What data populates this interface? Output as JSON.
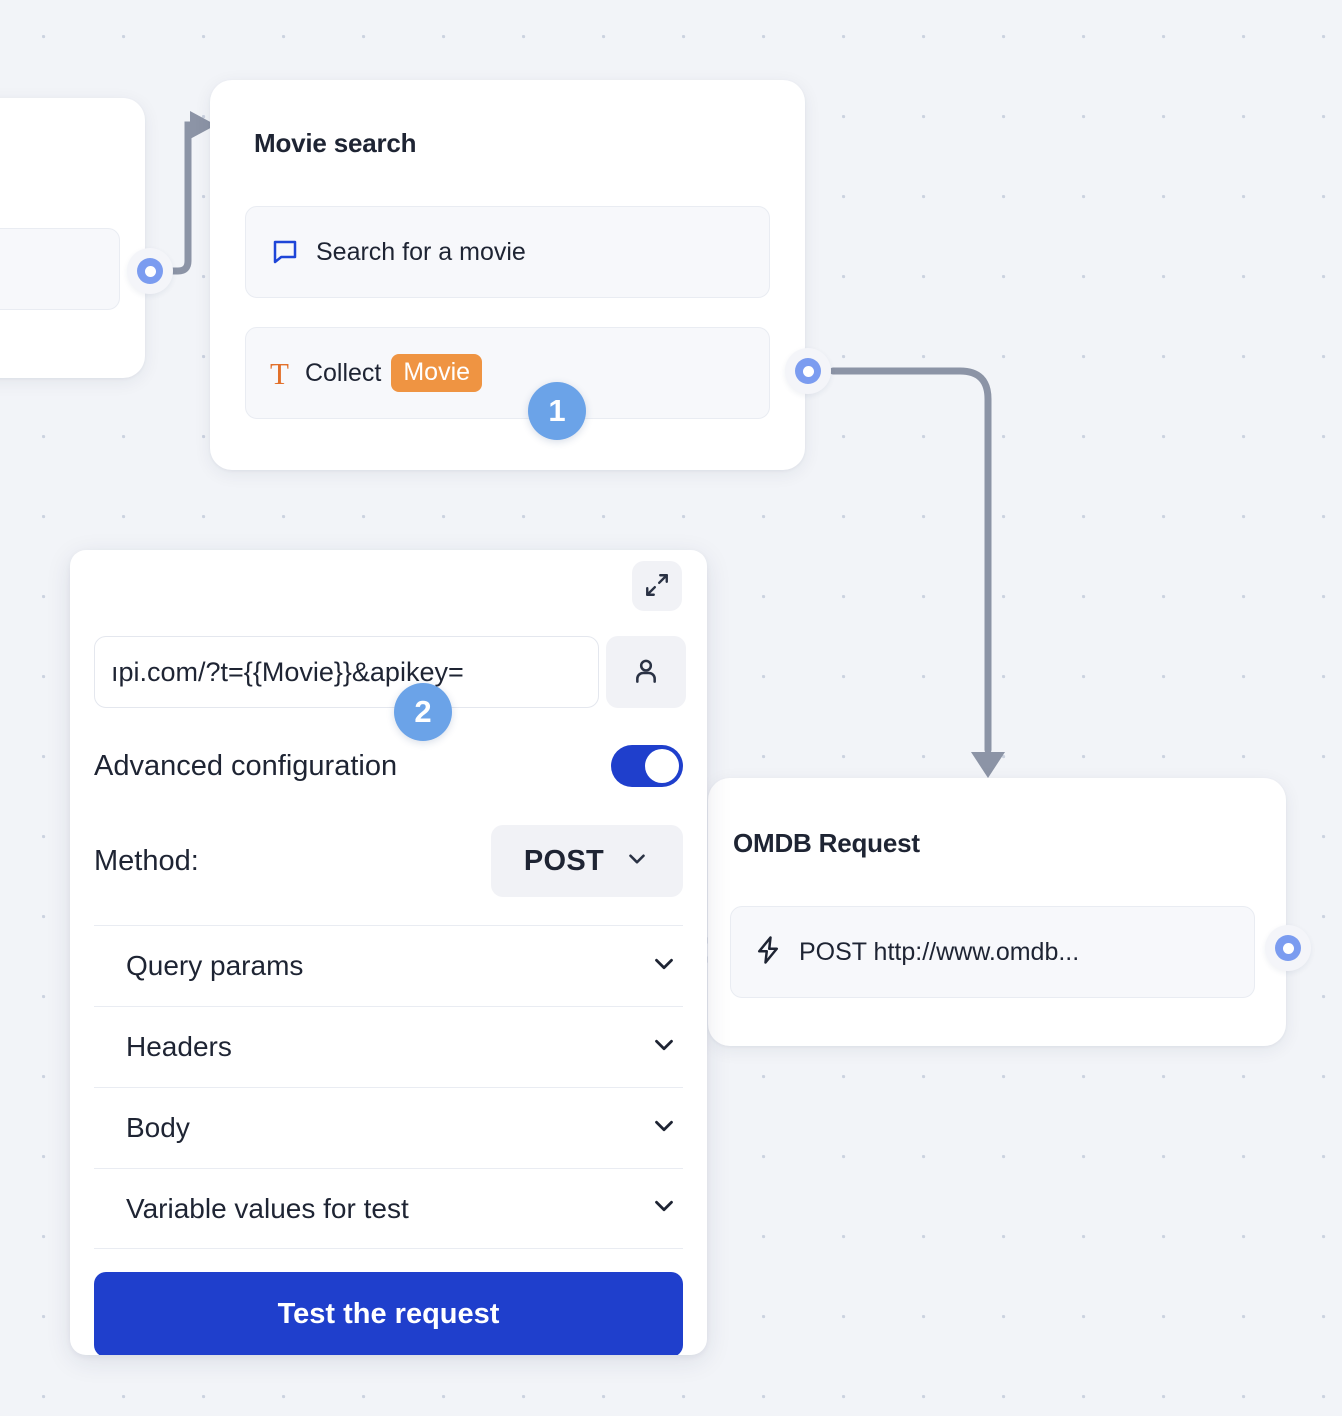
{
  "canvas": {
    "background_color": "#f2f4f8",
    "dot_color": "#ccd3e0",
    "edge_color": "#8c94a6"
  },
  "nodes": {
    "partial_card": {
      "name": "partial-node-offscreen"
    },
    "movie_search": {
      "title": "Movie search",
      "rows": [
        {
          "icon": "speech-bubble-icon",
          "label": "Search for a movie"
        },
        {
          "icon": "text-field-icon",
          "label_prefix": "Collect",
          "variable": "Movie"
        }
      ]
    },
    "omdb_request": {
      "title": "OMDB Request",
      "rows": [
        {
          "icon": "lightning-bolt-icon",
          "label": "POST http://www.omdb..."
        }
      ]
    }
  },
  "panel": {
    "expand_icon": "expand-diagonal-icon",
    "url_field": {
      "value": "ıpi.com/?t={{Movie}}&apikey=",
      "placeholder": "Enter request URL"
    },
    "user_button_icon": "person-icon",
    "advanced": {
      "label": "Advanced configuration",
      "toggle_on": true,
      "toggle_color": "#1f3fcc"
    },
    "method": {
      "label": "Method:",
      "value": "POST",
      "chevron_icon": "chevron-down-icon"
    },
    "accordion": [
      {
        "label": "Query params",
        "chevron_icon": "chevron-down-icon"
      },
      {
        "label": "Headers",
        "chevron_icon": "chevron-down-icon"
      },
      {
        "label": "Body",
        "chevron_icon": "chevron-down-icon"
      },
      {
        "label": "Variable values for test",
        "chevron_icon": "chevron-down-icon"
      }
    ],
    "test_button": {
      "label": "Test the request",
      "color": "#1f3fcc"
    }
  },
  "step_badges": [
    {
      "number": "1",
      "color": "#6ba3e8"
    },
    {
      "number": "2",
      "color": "#6ba3e8"
    }
  ],
  "colors": {
    "variable_tag": "#ef9442",
    "port_ring": "#7b9cf0",
    "bubble_icon": "#1e45d8",
    "text_icon": "#e2702a"
  }
}
